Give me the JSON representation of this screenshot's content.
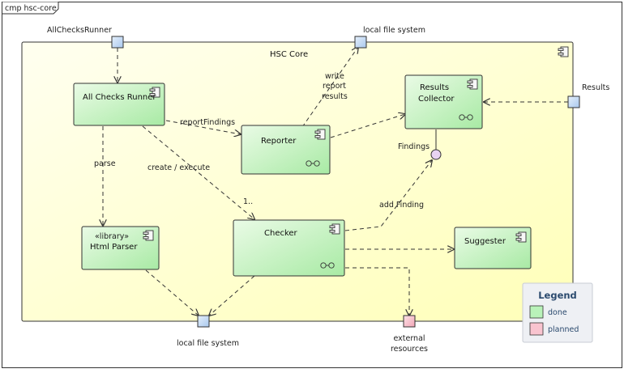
{
  "frame": {
    "title": "cmp hsc-core"
  },
  "core": {
    "title": "HSC Core"
  },
  "ports": {
    "all_checks_runner": "AllChecksRunner",
    "local_fs_top": "local file system",
    "results": "Results",
    "local_fs_bottom": "local file system",
    "external_resources_line1": "external",
    "external_resources_line2": "resources"
  },
  "components": {
    "all_checks_runner": "All Checks Runner",
    "reporter": "Reporter",
    "results_collector_line1": "Results",
    "results_collector_line2": "Collector",
    "html_parser_stereotype": "«library»",
    "html_parser": "Html Parser",
    "checker": "Checker",
    "suggester": "Suggester"
  },
  "interface": {
    "findings": "Findings"
  },
  "edges": {
    "write_line1": "write",
    "write_line2": "report",
    "write_line3": "results",
    "report_findings": "reportFindings",
    "parse": "parse",
    "create_execute": "create / execute",
    "multiplicity": "1..",
    "add_finding": "add Finding"
  },
  "legend": {
    "title": "Legend",
    "done": "done",
    "planned": "planned",
    "done_color": "#b9f2b9",
    "planned_color": "#f9c4cf"
  },
  "colors": {
    "core_fill": "#ffffcc",
    "component_fill": "#c9f4c4",
    "port_fill": "#c6dcf5",
    "interface_fill": "#e8d3f2"
  }
}
